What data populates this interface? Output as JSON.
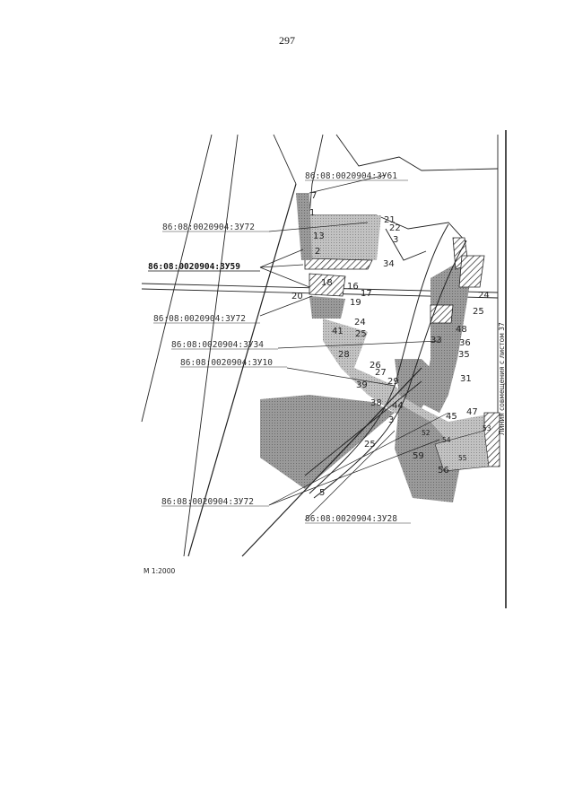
{
  "page_number": "297",
  "scale": "М 1:2000",
  "side_note": "Линия совмещения с листом 37",
  "cadastral_labels": [
    "86:08:0020904:ЗУ61",
    "86:08:0020904:ЗУ72",
    "86:08:0020904:ЗУ59",
    "86:08:0020904:ЗУ72",
    "86:08:0020904:ЗУ34",
    "86:08:0020904:ЗУ10",
    "86:08:0020904:ЗУ72",
    "86:08:0020904:ЗУ28"
  ],
  "parcel_numbers": [
    "7",
    "1",
    "13",
    "2",
    "21",
    "22",
    "3",
    "34",
    "18",
    "16",
    "17",
    "19",
    "20",
    "24",
    "41",
    "25",
    "28",
    "26",
    "27",
    "39",
    "38",
    "29",
    "44",
    "3",
    "25",
    "59",
    "56",
    "45",
    "47",
    "5",
    "36",
    "33",
    "31",
    "35",
    "48",
    "24",
    "25",
    "53",
    "54",
    "55",
    "52"
  ]
}
